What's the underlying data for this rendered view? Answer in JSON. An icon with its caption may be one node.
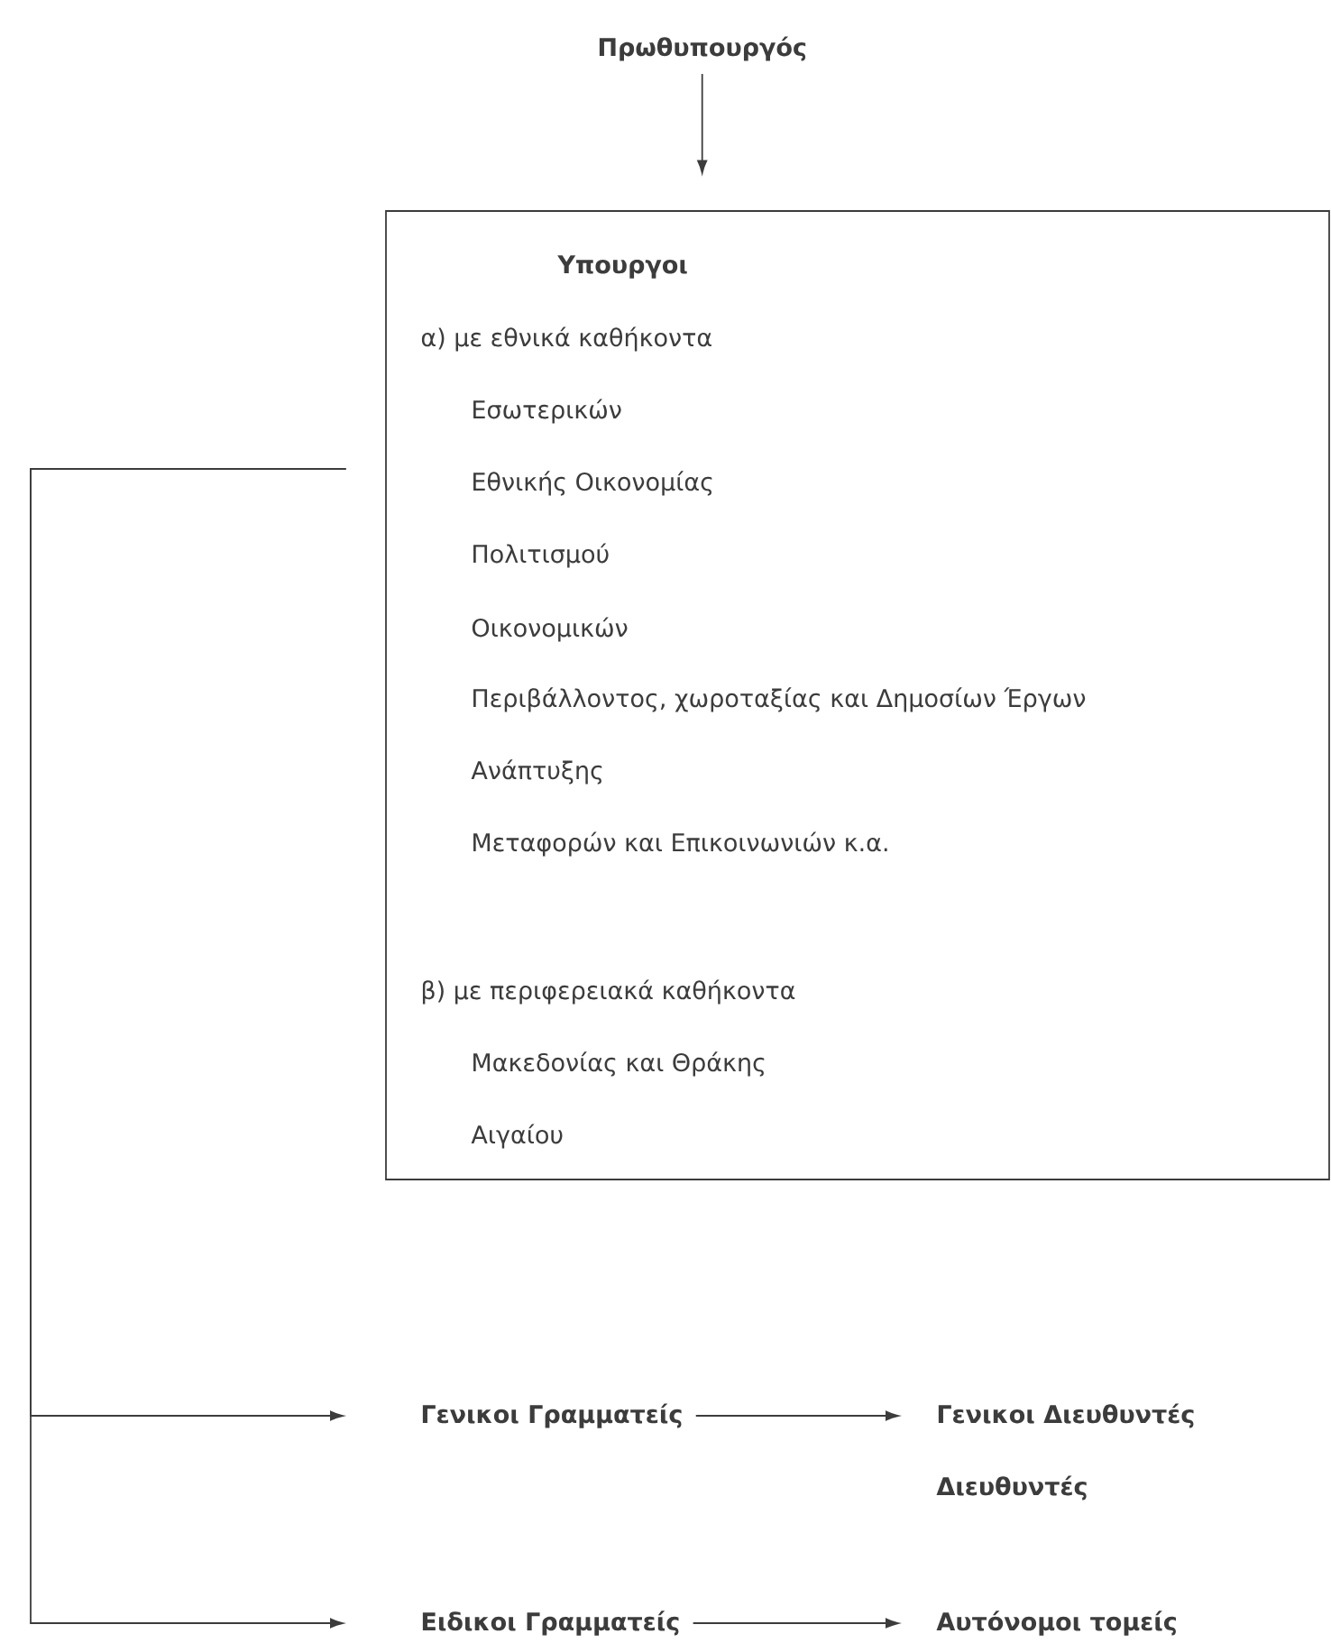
{
  "diagram": {
    "nodes": [
      {
        "text": [
          "Πρωθυπουργός"
        ]
      },
      {
        "text": [
          "Υπουργοι",
          "α) με εθνικά καθήκοντα",
          "Εσωτερικών",
          "Εθνικής Οικονομίας",
          "Πολιτισμού",
          "Οικονομικών",
          "Περιβάλλοντος, χωροταξίας και Δημοσίων Έργων",
          "Ανάπτυξης",
          "Μεταφορών και Επικοινωνιών κ.α.",
          "β) με περιφερειακά καθήκοντα",
          "Μακεδονίας και Θράκης",
          "Αιγαίου"
        ]
      },
      {
        "text": [
          "Γενικοι Γραμματείς"
        ]
      },
      {
        "text": [
          "Γενικοι Διευθυντές",
          "Διευθυντές"
        ]
      },
      {
        "text": [
          "Ειδικοι Γραμματείς"
        ]
      },
      {
        "text": [
          "Αυτόνομοι τομείς"
        ]
      }
    ],
    "edges": [
      {
        "from": 0,
        "to": 1,
        "arrow": "to"
      },
      {
        "from": 1,
        "to": 2,
        "arrow": "to"
      },
      {
        "from": 1,
        "to": 4,
        "arrow": "to"
      },
      {
        "from": 2,
        "to": 3,
        "arrow": "to"
      },
      {
        "from": 4,
        "to": 5,
        "arrow": "to"
      }
    ]
  }
}
